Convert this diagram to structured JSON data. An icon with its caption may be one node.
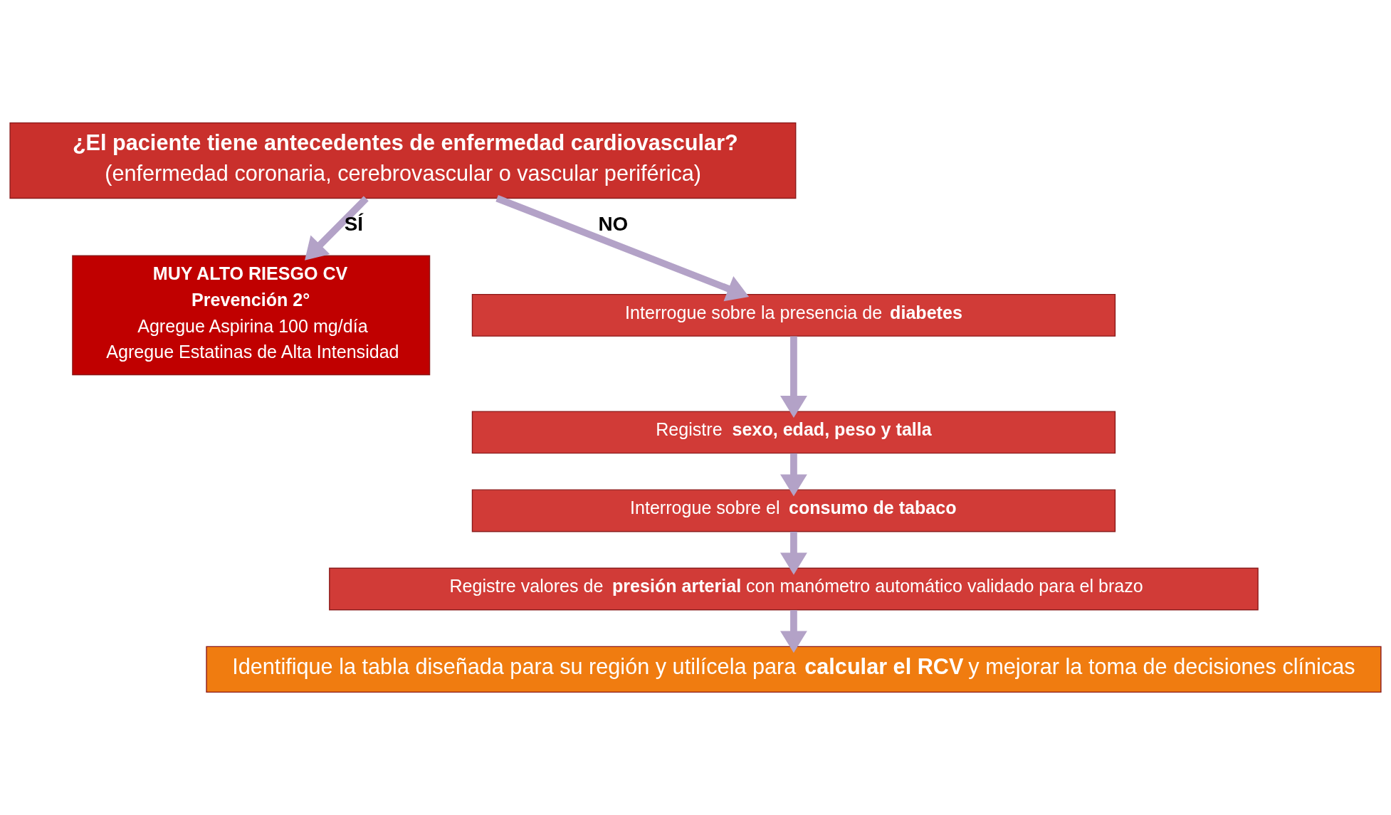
{
  "diagram": {
    "nodes": [
      {
        "text": [
          "¿El paciente tiene antecedentes de enfermedad cardiovascular?",
          "(enfermedad coronaria, cerebrovascular o vascular periférica)"
        ]
      },
      {
        "text": [
          "MUY ALTO RIESGO CV",
          "Prevención 2°",
          "Agregue Aspirina 100 mg/día",
          "Agregue Estatinas de Alta Intensidad"
        ]
      },
      {
        "text": [
          "Interrogue sobre la presencia de **diabetes**"
        ]
      },
      {
        "text": [
          "Registre **sexo, edad, peso y talla**"
        ]
      },
      {
        "text": [
          "Interrogue sobre el **consumo de tabaco**"
        ]
      },
      {
        "text": [
          "Registre valores de **presión arterial** con manómetro automático validado para el brazo"
        ]
      },
      {
        "text": [
          "Identifique la tabla diseñada para su región y utilícela para **calcular el RCV** y mejorar la toma de decisiones clínicas"
        ]
      }
    ],
    "edges": [
      {
        "from": 0,
        "to": 1,
        "arrow": "to",
        "label": "SÍ"
      },
      {
        "from": 0,
        "to": 2,
        "arrow": "to",
        "label": "NO"
      },
      {
        "from": 2,
        "to": 3,
        "arrow": "to"
      },
      {
        "from": 3,
        "to": 4,
        "arrow": "to"
      },
      {
        "from": 4,
        "to": 5,
        "arrow": "to"
      },
      {
        "from": 5,
        "to": 6,
        "arrow": "to"
      }
    ]
  }
}
